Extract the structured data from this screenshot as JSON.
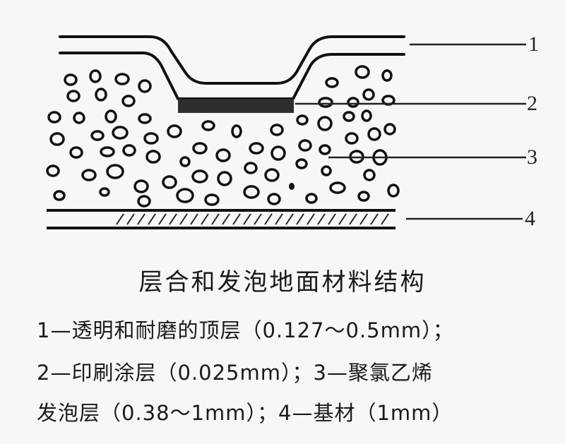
{
  "diagram": {
    "labels": [
      {
        "id": "1",
        "text": "1"
      },
      {
        "id": "2",
        "text": "2"
      },
      {
        "id": "3",
        "text": "3"
      },
      {
        "id": "4",
        "text": "4"
      }
    ],
    "layers": [
      {
        "number": "1",
        "name": "透明和耐磨的顶层",
        "thickness": "0.127~0.5mm"
      },
      {
        "number": "2",
        "name": "印刷涂层",
        "thickness": "0.025mm"
      },
      {
        "number": "3",
        "name": "聚氯乙烯发泡层",
        "thickness": "0.38~1mm"
      },
      {
        "number": "4",
        "name": "基材",
        "thickness": "1mm"
      }
    ]
  },
  "caption": {
    "title": "层合和发泡地面材料结构",
    "lines": [
      "1—透明和耐磨的顶层（0.127～0.5mm）；",
      "2—印刷涂层（0.025mm）；3—聚氯乙烯",
      "发泡层（0.38～1mm）；4—基材（1mm）"
    ]
  }
}
